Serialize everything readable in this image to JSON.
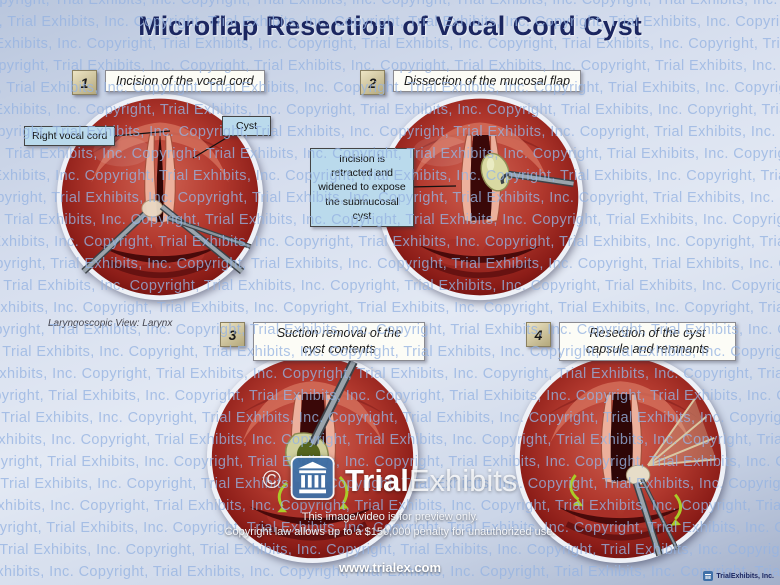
{
  "title": "Microflap Resection of Vocal Cord Cyst",
  "watermark": {
    "text": "Copyright, Trial Exhibits, Inc. "
  },
  "steps": [
    {
      "number": "1",
      "label": "Incision of the vocal cord"
    },
    {
      "number": "2",
      "label": "Dissection of the mucosal flap"
    },
    {
      "number": "3",
      "label": "Suction removal of the cyst contents"
    },
    {
      "number": "4",
      "label": "Resection of the cyst capsule and remnants"
    }
  ],
  "callouts": {
    "right_vocal_cord": "Right vocal cord",
    "cyst": "Cyst",
    "incision_retracted": "Incision is retracted and widened to expose the submucosal cyst"
  },
  "caption": "Laryngoscopic View: Larynx",
  "brand": {
    "copyright_symbol": "©",
    "name_bold": "Trial",
    "name_light": "Exhibits"
  },
  "notice": {
    "line1": "This image/video is for preview only.",
    "line2": "Copyright law allows up to a $150,000 penalty for unauthorized use."
  },
  "footer": {
    "url": "www.trialex.com",
    "mini_brand": "TrialExhibits, Inc."
  },
  "icons": {
    "logo": "building-columns"
  },
  "colors": {
    "title_navy": "#1b2660",
    "callout_blue": "#badaec",
    "anatomy_red": "#b2392e",
    "accent_blue": "#4070a8",
    "watermark_blue": "#96b4e1",
    "arrow_green": "#aacb28"
  }
}
